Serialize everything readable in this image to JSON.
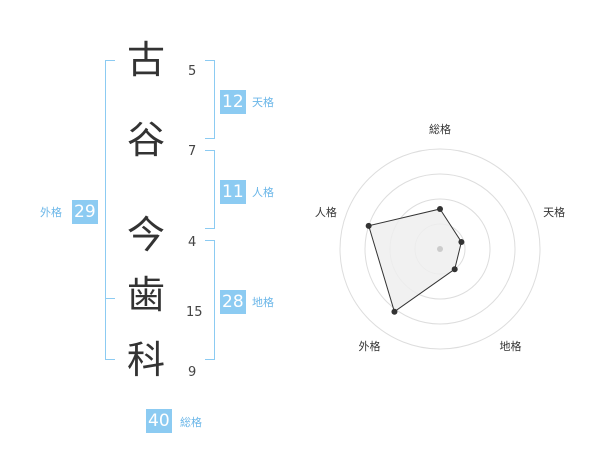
{
  "name": {
    "chars": [
      {
        "char": "古",
        "strokes": "5"
      },
      {
        "char": "谷",
        "strokes": "7"
      },
      {
        "char": "今",
        "strokes": "4"
      },
      {
        "char": "歯",
        "strokes": "15"
      },
      {
        "char": "科",
        "strokes": "9"
      }
    ]
  },
  "kaku": {
    "tenkaku": {
      "value": "12",
      "label": "天格"
    },
    "jinkaku": {
      "value": "11",
      "label": "人格"
    },
    "chikaku": {
      "value": "28",
      "label": "地格"
    },
    "gaikaku": {
      "value": "29",
      "label": "外格"
    },
    "soukaku": {
      "value": "40",
      "label": "総格"
    }
  },
  "chart_data": {
    "type": "radar",
    "axes": [
      "総格",
      "天格",
      "地格",
      "外格",
      "人格"
    ],
    "rings": 4,
    "values": [
      1.6,
      0.9,
      1.0,
      3.1,
      3.0
    ],
    "max": 4,
    "colors": {
      "fill": "#eeeeee",
      "line": "#333333",
      "grid": "#dddddd",
      "accent": "#8ccbf2"
    }
  }
}
